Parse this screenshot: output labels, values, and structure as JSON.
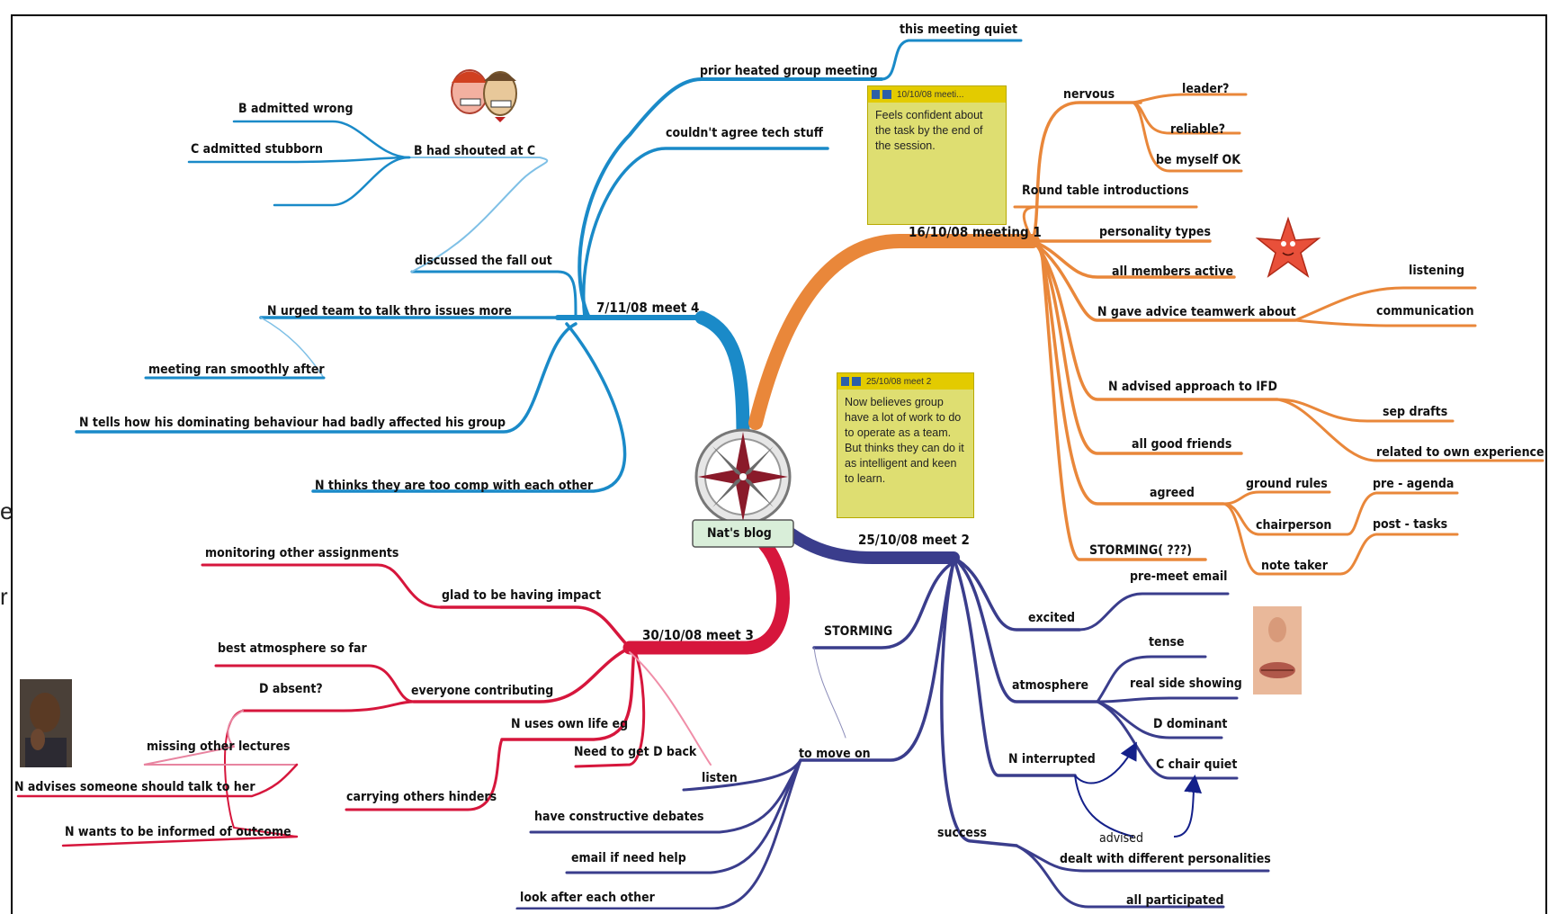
{
  "center": {
    "label": "Nat's blog",
    "icon": "compass-icon"
  },
  "branches": [
    {
      "id": "meet4",
      "label": "7/11/08 meet 4",
      "color": "#1a8ac8",
      "children": [
        "prior heated group meeting",
        "this meeting quiet",
        "couldn't agree tech stuff",
        "B had shouted at C",
        "B admitted wrong",
        "C admitted stubborn",
        "discussed the fall out",
        "N urged team to talk thro issues more",
        "meeting ran smoothly after",
        "N tells how his dominating behaviour had badly affected his group",
        "N thinks they are too comp with each other"
      ]
    },
    {
      "id": "meet1",
      "label": "16/10/08 meeting 1",
      "color": "#e9873a",
      "children": [
        "nervous",
        "leader?",
        "reliable?",
        "be myself OK",
        "Round table introductions",
        "personality types",
        "all members active",
        "N gave advice teamwerk about",
        "listening",
        "communication",
        "N advised approach to IFD",
        "sep drafts",
        "related to own experience",
        "all good friends",
        "agreed",
        "ground rules",
        "chairperson",
        "note taker",
        "pre - agenda",
        "post - tasks",
        "STORMING( ???)"
      ]
    },
    {
      "id": "meet2",
      "label": "25/10/08 meet 2",
      "color": "#3a3d8c",
      "children": [
        "pre-meet email",
        "excited",
        "tense",
        "atmosphere",
        "real side showing",
        "D dominant",
        "N interrupted",
        "C chair quiet",
        "advised",
        "STORMING",
        "to move on",
        "listen",
        "have constructive debates",
        "email if need help",
        "look after each other",
        "success",
        "dealt with different personalities",
        "all participated"
      ]
    },
    {
      "id": "meet3",
      "label": "30/10/08 meet 3",
      "color": "#d6163c",
      "children": [
        "monitoring other assignments",
        "glad to be having impact",
        "best atmosphere so far",
        "everyone contributing",
        "D absent?",
        "missing other lectures",
        "N advises someone should talk to her",
        "N wants to be informed of outcome",
        "N uses own life eg",
        "Need to get D back",
        "carrying others hinders"
      ]
    }
  ],
  "notes": [
    {
      "id": "note1",
      "header": "10/10/08 meeti...",
      "text": "Feels confident about the task by the end of the session."
    },
    {
      "id": "note2",
      "header": "25/10/08 meet 2",
      "text": "Now believes group have a lot of work to do to operate as a team. But thinks they can do it as intelligent and keen to learn."
    }
  ],
  "edge_fragments": [
    "e",
    "r"
  ],
  "images": [
    "couple-faces-icon",
    "starfish-icon",
    "lips-photo",
    "pensive-man-photo"
  ]
}
